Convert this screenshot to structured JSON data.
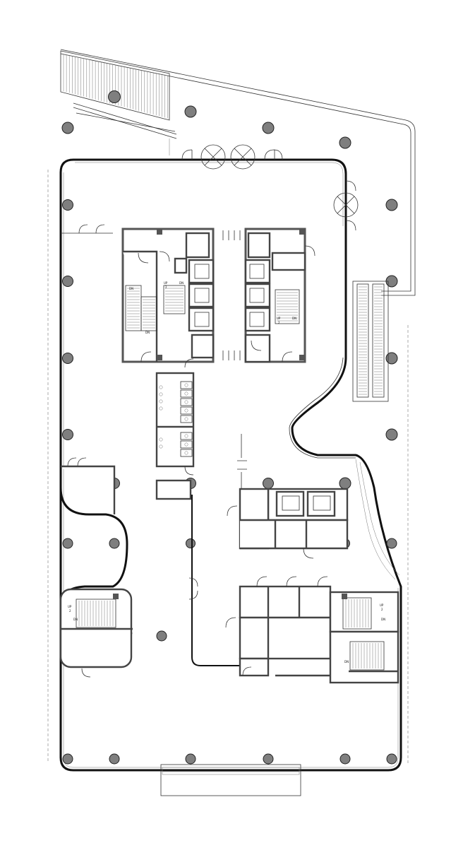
{
  "stair_labels": {
    "up": "UP",
    "dn": "DN",
    "level": "2"
  },
  "colors": {
    "wall": "#111111",
    "column": "#7f7f7f",
    "core_wall": "#555555"
  }
}
